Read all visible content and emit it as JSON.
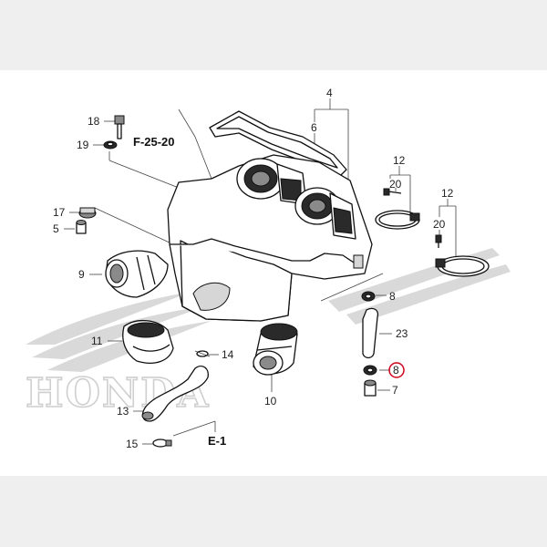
{
  "diagram": {
    "references": [
      "F-25-20",
      "E-1"
    ],
    "logo_text": "HONDA",
    "callouts": [
      {
        "id": "c4",
        "label": "4",
        "highlight": false
      },
      {
        "id": "c6",
        "label": "6",
        "highlight": false
      },
      {
        "id": "c18",
        "label": "18",
        "highlight": false
      },
      {
        "id": "c19",
        "label": "19",
        "highlight": false
      },
      {
        "id": "c17",
        "label": "17",
        "highlight": false
      },
      {
        "id": "c5",
        "label": "5",
        "highlight": false
      },
      {
        "id": "c9",
        "label": "9",
        "highlight": false
      },
      {
        "id": "c11",
        "label": "11",
        "highlight": false
      },
      {
        "id": "c14",
        "label": "14",
        "highlight": false
      },
      {
        "id": "c13",
        "label": "13",
        "highlight": false
      },
      {
        "id": "c15",
        "label": "15",
        "highlight": false
      },
      {
        "id": "c10",
        "label": "10",
        "highlight": false
      },
      {
        "id": "c12a",
        "label": "12",
        "highlight": false
      },
      {
        "id": "c20a",
        "label": "20",
        "highlight": false
      },
      {
        "id": "c12b",
        "label": "12",
        "highlight": false
      },
      {
        "id": "c20b",
        "label": "20",
        "highlight": false
      },
      {
        "id": "c8a",
        "label": "8",
        "highlight": false
      },
      {
        "id": "c23",
        "label": "23",
        "highlight": false
      },
      {
        "id": "c8b",
        "label": "8",
        "highlight": true
      },
      {
        "id": "c7",
        "label": "7",
        "highlight": false
      }
    ],
    "highlight_color": "#d0021b"
  }
}
